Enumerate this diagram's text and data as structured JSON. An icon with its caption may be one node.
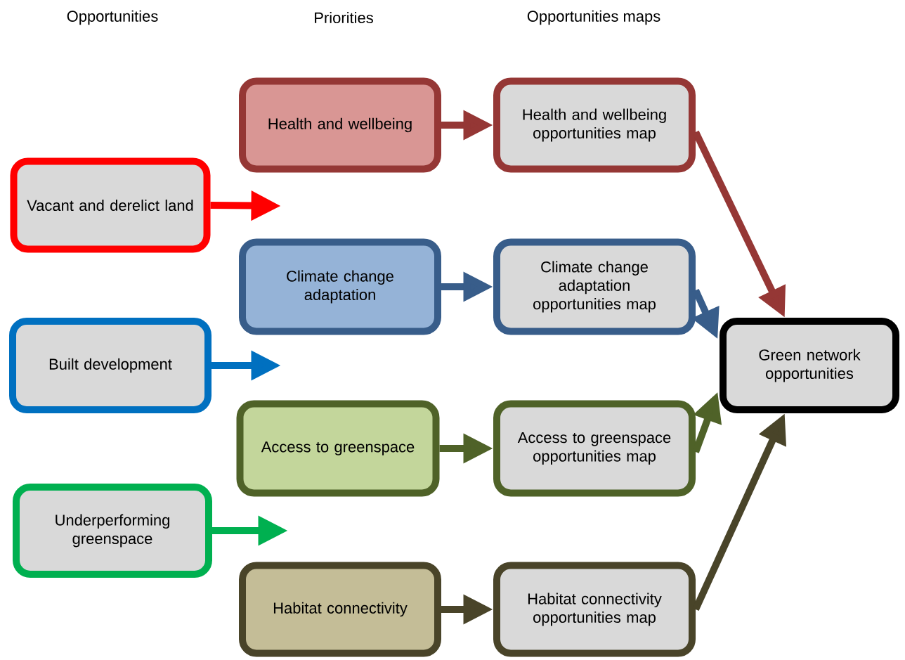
{
  "diagram": {
    "nodes": [
      {
        "text": [
          "Vacant and derelict land"
        ]
      },
      {
        "text": [
          "Built development"
        ]
      },
      {
        "text": [
          "Underperforming greenspace"
        ]
      },
      {
        "text": [
          "Health and wellbeing"
        ]
      },
      {
        "text": [
          "Climate change adaptation"
        ]
      },
      {
        "text": [
          "Access to greenspace"
        ]
      },
      {
        "text": [
          "Habitat connectivity"
        ]
      },
      {
        "text": [
          "Health and wellbeing opportunities map"
        ]
      },
      {
        "text": [
          "Climate change adaptation opportunities map"
        ]
      },
      {
        "text": [
          "Access to greenspace opportunities map"
        ]
      },
      {
        "text": [
          "Habitat connectivity opportunities map"
        ]
      },
      {
        "text": [
          "Green network opportunities"
        ]
      }
    ],
    "edges": [
      {
        "from": 0,
        "to": null,
        "arrow": "to",
        "color": "#ff0000"
      },
      {
        "from": 1,
        "to": null,
        "arrow": "to",
        "color": "#0070c0"
      },
      {
        "from": 2,
        "to": null,
        "arrow": "to",
        "color": "#00b050"
      },
      {
        "from": 3,
        "to": 7,
        "arrow": "to",
        "color": "#953735"
      },
      {
        "from": 4,
        "to": 8,
        "arrow": "to",
        "color": "#385d8a"
      },
      {
        "from": 5,
        "to": 9,
        "arrow": "to",
        "color": "#4f6228"
      },
      {
        "from": 6,
        "to": 10,
        "arrow": "to",
        "color": "#494429"
      },
      {
        "from": 7,
        "to": 11,
        "arrow": "to",
        "color": "#953735"
      },
      {
        "from": 8,
        "to": 11,
        "arrow": "to",
        "color": "#385d8a"
      },
      {
        "from": 9,
        "to": 11,
        "arrow": "to",
        "color": "#4f6228"
      },
      {
        "from": 10,
        "to": 11,
        "arrow": "to",
        "color": "#494429"
      }
    ],
    "labels": [
      "Opportunities",
      "Priorities",
      "Opportunities maps"
    ]
  }
}
